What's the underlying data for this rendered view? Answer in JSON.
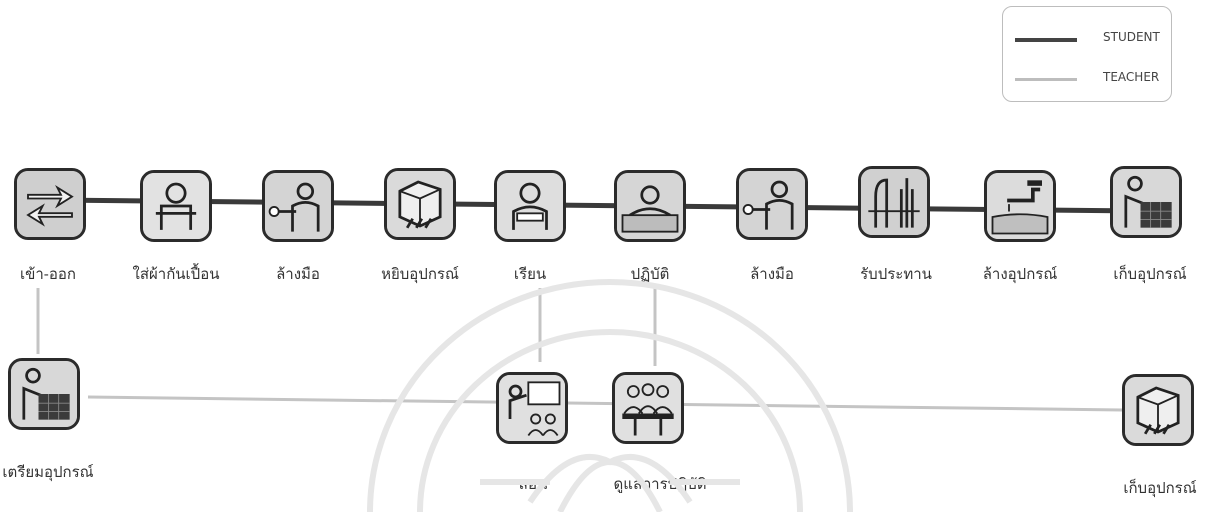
{
  "legend": {
    "student_label": "STUDENT",
    "teacher_label": "TEACHER",
    "student_color": "#444444",
    "teacher_color": "#bdbdbd"
  },
  "student_flow": [
    {
      "label": "เข้า-ออก",
      "icon": "arrows-icon"
    },
    {
      "label": "ใส่ผ้ากันเปื้อน",
      "icon": "apron-icon"
    },
    {
      "label": "ล้างมือ",
      "icon": "washing-hands-icon"
    },
    {
      "label": "หยิบอุปกรณ์",
      "icon": "box-icon"
    },
    {
      "label": "เรียน",
      "icon": "study-icon"
    },
    {
      "label": "ปฏิบัติ",
      "icon": "practice-icon"
    },
    {
      "label": "ล้างมือ",
      "icon": "washing-hands-icon"
    },
    {
      "label": "รับประทาน",
      "icon": "eating-icon"
    },
    {
      "label": "ล้างอุปกรณ์",
      "icon": "faucet-icon"
    },
    {
      "label": "เก็บอุปกรณ์",
      "icon": "storing-icon"
    }
  ],
  "teacher_flow": [
    {
      "label": "เตรียมอุปกรณ์",
      "icon": "storing-icon"
    },
    {
      "label": "สอน",
      "icon": "teaching-icon"
    },
    {
      "label": "ดูแลการปฏิบัติ",
      "icon": "supervising-icon"
    },
    {
      "label": "เก็บอุปกรณ์",
      "icon": "box-icon"
    }
  ]
}
